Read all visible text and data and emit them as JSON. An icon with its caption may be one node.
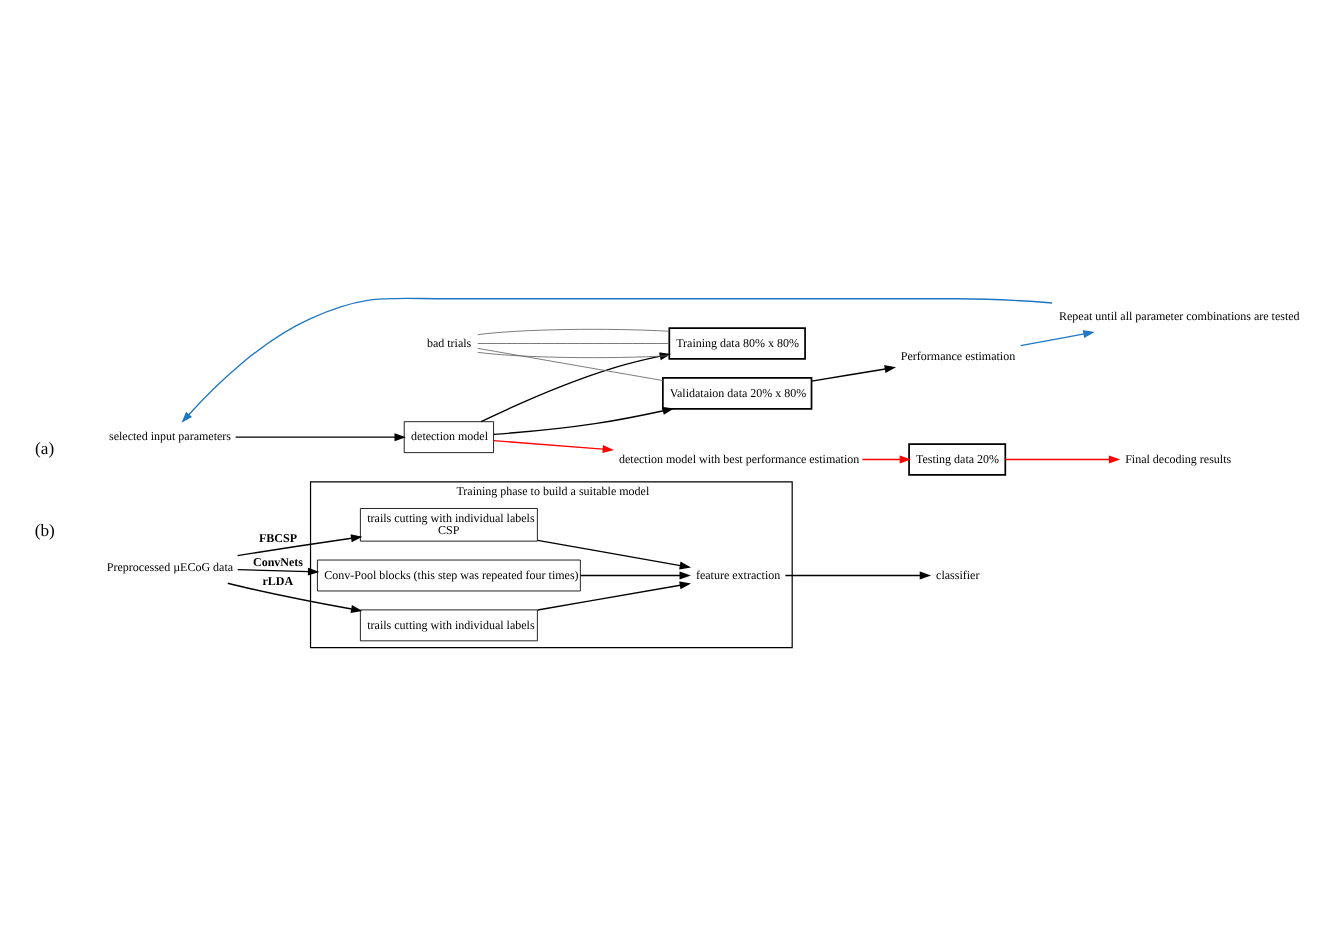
{
  "diagram": {
    "nodes": [
      {
        "text": [
          "selected input parameters"
        ]
      },
      {
        "text": [
          "detection model"
        ]
      },
      {
        "text": [
          "detection model with best performance estimation"
        ]
      },
      {
        "text": [
          "bad trials"
        ]
      },
      {
        "text": [
          "Training data 80% x 80%"
        ]
      },
      {
        "text": [
          "Validataion data 20% x 80%"
        ]
      },
      {
        "text": [
          "Testing data 20%"
        ]
      },
      {
        "text": [
          "Repeat until all parameter combinations are tested"
        ]
      },
      {
        "text": [
          "Performance estimation"
        ]
      },
      {
        "text": [
          "Final decoding results"
        ]
      },
      {
        "text": [
          "Training phase to build a suitable model"
        ]
      },
      {
        "text": [
          "Preprocessed µECoG data"
        ]
      },
      {
        "text": [
          "trails cutting with individual labels"
        ],
        "in": 10
      },
      {
        "text": [
          "trails cutting with individual labels",
          "CSP"
        ],
        "in": 10
      },
      {
        "text": [
          "Conv-Pool blocks (this step was repeated four times)"
        ],
        "in": 10
      },
      {
        "text": [
          "feature extraction"
        ],
        "in": 10
      },
      {
        "text": [
          "classifier"
        ]
      }
    ],
    "edges": [
      {
        "from": 0,
        "to": 1,
        "arrow": "to"
      },
      {
        "from": 1,
        "to": 2,
        "arrow": "to",
        "color": "#ff0000"
      },
      {
        "from": 2,
        "to": 6,
        "arrow": "to",
        "color": "#ff0000"
      },
      {
        "from": 6,
        "to": 9,
        "arrow": "to",
        "color": "#ff0000"
      },
      {
        "from": 1,
        "to": 4,
        "arrow": "to"
      },
      {
        "from": 1,
        "to": 5,
        "arrow": "to"
      },
      {
        "from": 3,
        "to": 4,
        "arrow": "none",
        "color": "#666666"
      },
      {
        "from": 3,
        "to": 4,
        "arrow": "none",
        "color": "#666666"
      },
      {
        "from": 3,
        "to": 4,
        "arrow": "none",
        "color": "#666666"
      },
      {
        "from": 3,
        "to": 5,
        "arrow": "none",
        "color": "#666666"
      },
      {
        "from": 5,
        "to": 8,
        "arrow": "to"
      },
      {
        "from": 8,
        "to": 7,
        "arrow": "to",
        "color": "#1f77c4"
      },
      {
        "from": 7,
        "to": 0,
        "arrow": "to",
        "color": "#1f77c4"
      },
      {
        "from": 11,
        "to": 12,
        "arrow": "to",
        "label": "rLDA"
      },
      {
        "from": 11,
        "to": 13,
        "arrow": "to",
        "label": "FBCSP"
      },
      {
        "from": 11,
        "to": 14,
        "arrow": "to",
        "label": "ConvNets"
      },
      {
        "from": 12,
        "to": 15,
        "arrow": "to"
      },
      {
        "from": 13,
        "to": 15,
        "arrow": "to"
      },
      {
        "from": 14,
        "to": 15,
        "arrow": "to"
      },
      {
        "from": 15,
        "to": 16,
        "arrow": "to"
      }
    ],
    "labels": [
      "(a)",
      "(b)"
    ]
  }
}
